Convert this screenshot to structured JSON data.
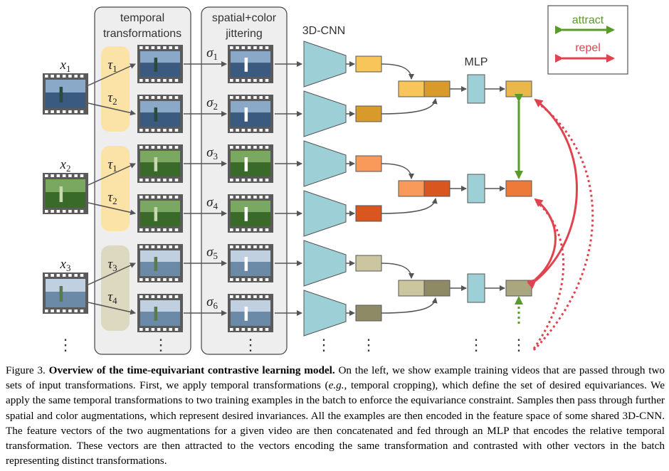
{
  "figure": {
    "columns": {
      "temporal": [
        "temporal",
        "transformations"
      ],
      "spatial": [
        "spatial+color",
        "jittering"
      ],
      "cnn": "3D-CNN",
      "mlp": "MLP"
    },
    "legend": {
      "attract": "attract",
      "repel": "repel",
      "attract_color": "#5a9a2a",
      "repel_color": "#e0434f"
    },
    "inputs": [
      {
        "var": "x",
        "sub": "1",
        "taus": [
          {
            "sym": "τ",
            "sub": "1"
          },
          {
            "sym": "τ",
            "sub": "2"
          }
        ],
        "tau_color": "#fbe3a8",
        "sigmas": [
          {
            "sym": "σ",
            "sub": "1"
          },
          {
            "sym": "σ",
            "sub": "2"
          }
        ],
        "feat_colors": [
          "#f7c55a",
          "#d89a2a"
        ],
        "out_color": "#eab84a"
      },
      {
        "var": "x",
        "sub": "2",
        "taus": [
          {
            "sym": "τ",
            "sub": "1"
          },
          {
            "sym": "τ",
            "sub": "2"
          }
        ],
        "tau_color": "#fbe3a8",
        "sigmas": [
          {
            "sym": "σ",
            "sub": "3"
          },
          {
            "sym": "σ",
            "sub": "4"
          }
        ],
        "feat_colors": [
          "#f99a5a",
          "#d9561e"
        ],
        "out_color": "#ee7a3a"
      },
      {
        "var": "x",
        "sub": "3",
        "taus": [
          {
            "sym": "τ",
            "sub": "3"
          },
          {
            "sym": "τ",
            "sub": "4"
          }
        ],
        "tau_color": "#ddd8c0",
        "sigmas": [
          {
            "sym": "σ",
            "sub": "5"
          },
          {
            "sym": "σ",
            "sub": "6"
          }
        ],
        "feat_colors": [
          "#ccc6a0",
          "#8e8a66"
        ],
        "out_color": "#aaa680"
      }
    ],
    "colors": {
      "cnn": "#9ccfd6",
      "mlp": "#9ccfd6",
      "panel": "#eeeeee",
      "film": "#5a5a5a"
    },
    "ellipsis": "⋮"
  },
  "caption": {
    "label": "Figure 3.",
    "title": "Overview of the time-equivariant contrastive learning model.",
    "text_1": " On the left, we show example training videos that are passed through two sets of input transformations. First, we apply temporal transformations (",
    "eg": "e.g.",
    "text_2": ", temporal cropping), which define the set of desired equivariances. We apply the same temporal transformations to two training examples in the batch to enforce the equivariance constraint. Samples then pass through further spatial and color augmentations, which represent desired invariances. All the examples are then encoded in the feature space of some shared 3D-CNN. The feature vectors of the two augmentations for a given video are then concatenated and fed through an MLP that encodes the relative temporal transformation. These vectors are then attracted to the vectors encoding the same transformation and contrasted with other vectors in the batch representing distinct transformations."
  }
}
